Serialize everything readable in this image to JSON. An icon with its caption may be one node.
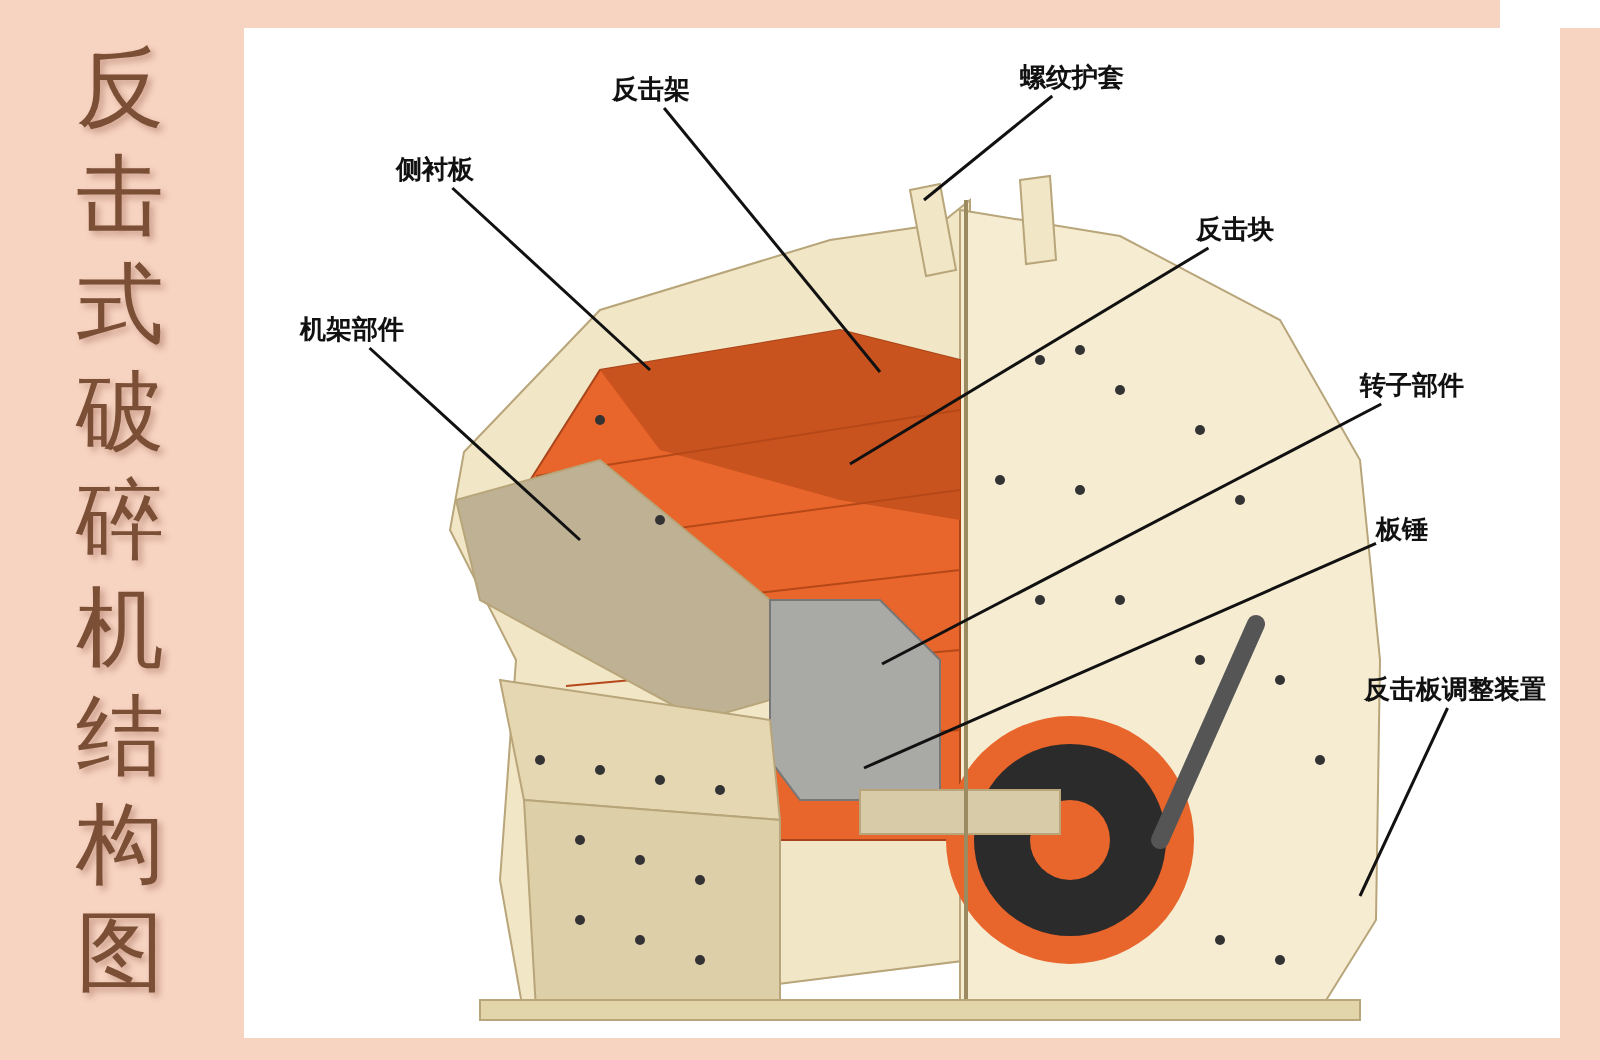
{
  "diagram": {
    "title": "反击式破碎机结构图",
    "nodes": [
      {
        "text": [
          "反击架"
        ]
      },
      {
        "text": [
          "螺纹护套"
        ]
      },
      {
        "text": [
          "侧衬板"
        ]
      },
      {
        "text": [
          "反击块"
        ]
      },
      {
        "text": [
          "机架部件"
        ]
      },
      {
        "text": [
          "转子部件"
        ]
      },
      {
        "text": [
          "板锤"
        ]
      },
      {
        "text": [
          "反击板调整装置"
        ]
      }
    ],
    "edges": [
      {
        "from": 0,
        "to": null,
        "arrow": "none"
      },
      {
        "from": 1,
        "to": null,
        "arrow": "none"
      },
      {
        "from": 2,
        "to": null,
        "arrow": "none"
      },
      {
        "from": 3,
        "to": null,
        "arrow": "none"
      },
      {
        "from": 4,
        "to": null,
        "arrow": "none"
      },
      {
        "from": 5,
        "to": null,
        "arrow": "none"
      },
      {
        "from": 6,
        "to": null,
        "arrow": "none"
      },
      {
        "from": 7,
        "to": null,
        "arrow": "none"
      }
    ]
  }
}
